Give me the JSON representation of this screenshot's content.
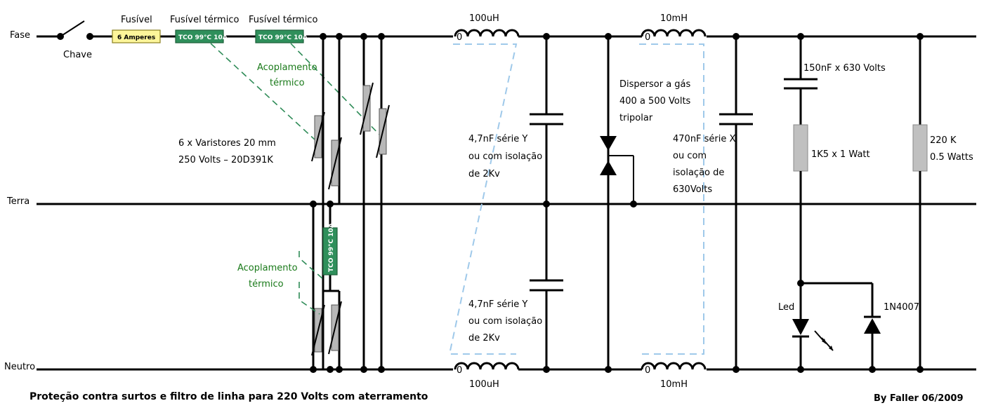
{
  "title": "Proteção contra surtos e filtro de linha para 220 Volts com aterramento",
  "author": "By Faller 06/2009",
  "lines": {
    "fase": "Fase",
    "terra": "Terra",
    "neutro": "Neutro"
  },
  "switch_label": "Chave",
  "fuses": {
    "main_heading": "Fusível",
    "main_value": "6 Amperes",
    "thermal1_heading": "Fusível térmico",
    "thermal1_value": "TCO 99°C 10A",
    "thermal2_heading": "Fusível térmico",
    "thermal2_value": "TCO 99°C 10A",
    "thermal3_value": "TCO 99°C 10A"
  },
  "coupling": {
    "top_line1": "Acoplamento",
    "top_line2": "térmico",
    "bottom_line1": "Acoplamento",
    "bottom_line2": "térmico"
  },
  "varistors": {
    "line1": "6 x Varistores 20 mm",
    "line2": "250 Volts – 20D391K"
  },
  "inductors": {
    "l1_top": "100uH",
    "l1_bottom": "100uH",
    "l2_top": "10mH",
    "l2_bottom": "10mH",
    "marker": "0"
  },
  "cap_y_top": {
    "line1": "4,7nF série Y",
    "line2": "ou com isolação",
    "line3": "de 2Kv"
  },
  "cap_y_bottom": {
    "line1": "4,7nF série Y",
    "line2": "ou com isolação",
    "line3": "de 2Kv"
  },
  "gas_discharge": {
    "line1": "Dispersor a gás",
    "line2": "400 a 500 Volts",
    "line3": "tripolar"
  },
  "cap_x": {
    "line1": "470nF série X",
    "line2": "ou com",
    "line3": "isolação de",
    "line4": "630Volts"
  },
  "led_branch": {
    "capacitor": "150nF x 630 Volts",
    "resistor": "1K5 x 1 Watt",
    "led": "Led",
    "diode": "1N4007"
  },
  "bleeder": {
    "line1": "220 K",
    "line2": "0.5 Watts"
  }
}
